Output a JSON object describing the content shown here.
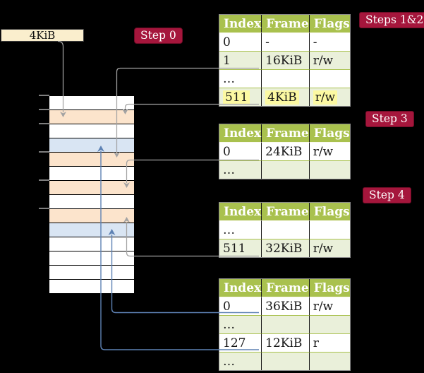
{
  "colors": {
    "background": "#000000",
    "table_header_green": "#a9c14e",
    "table_row_light_green": "#eaf0da",
    "highlight_yellow": "#fcf9a2",
    "memory_frame_peach": "#fce4cc",
    "memory_frame_blue": "#d9e5f3",
    "badge_crimson": "#a5163c",
    "frame_box_cream": "#faeecd",
    "connector_gray": "#a3a3a3",
    "connector_blue": "#5e82b4"
  },
  "frame_box": {
    "label": "4KiB"
  },
  "badges": {
    "step0": "Step 0",
    "steps12": "Steps 1&2",
    "step3": "Step 3",
    "step4": "Step 4"
  },
  "memory": {
    "rows": [
      {
        "color": "white"
      },
      {
        "color": "peach"
      },
      {
        "color": "white"
      },
      {
        "color": "blue"
      },
      {
        "color": "peach"
      },
      {
        "color": "white"
      },
      {
        "color": "peach"
      },
      {
        "color": "white"
      },
      {
        "color": "peach"
      },
      {
        "color": "blue"
      },
      {
        "color": "white"
      },
      {
        "color": "white"
      },
      {
        "color": "white"
      },
      {
        "color": "white"
      }
    ],
    "ticks_at_row_boundaries": [
      0,
      1,
      2,
      4,
      6,
      8
    ]
  },
  "tables": [
    {
      "id": "t1",
      "columns": [
        "Index",
        "Frame",
        "Flags"
      ],
      "rows": [
        {
          "cells": [
            "0",
            "-",
            "-"
          ],
          "shade": "white",
          "highlight": false
        },
        {
          "cells": [
            "1",
            "16KiB",
            "r/w"
          ],
          "shade": "green",
          "highlight": false
        },
        {
          "cells": [
            "…",
            "",
            ""
          ],
          "shade": "white",
          "highlight": false
        },
        {
          "cells": [
            "511",
            "4KiB",
            "r/w"
          ],
          "shade": "green",
          "highlight": true
        }
      ]
    },
    {
      "id": "t2",
      "columns": [
        "Index",
        "Frame",
        "Flags"
      ],
      "rows": [
        {
          "cells": [
            "0",
            "24KiB",
            "r/w"
          ],
          "shade": "white",
          "highlight": false
        },
        {
          "cells": [
            "…",
            "",
            ""
          ],
          "shade": "green",
          "highlight": false
        }
      ]
    },
    {
      "id": "t3",
      "columns": [
        "Index",
        "Frame",
        "Flags"
      ],
      "rows": [
        {
          "cells": [
            "…",
            "",
            ""
          ],
          "shade": "white",
          "highlight": false
        },
        {
          "cells": [
            "511",
            "32KiB",
            "r/w"
          ],
          "shade": "green",
          "highlight": false
        }
      ]
    },
    {
      "id": "t4",
      "columns": [
        "Index",
        "Frame",
        "Flags"
      ],
      "rows": [
        {
          "cells": [
            "0",
            "36KiB",
            "r/w"
          ],
          "shade": "white",
          "highlight": false
        },
        {
          "cells": [
            "…",
            "",
            ""
          ],
          "shade": "green",
          "highlight": false
        },
        {
          "cells": [
            "127",
            "12KiB",
            "r"
          ],
          "shade": "white",
          "highlight": false
        },
        {
          "cells": [
            "…",
            "",
            ""
          ],
          "shade": "green",
          "highlight": false
        }
      ]
    }
  ],
  "connectors": [
    {
      "from": "frame-box-4KiB",
      "to": "memory-frame-4KiB",
      "color": "gray"
    },
    {
      "from": "table1-row-1",
      "to": "memory-frame-16KiB",
      "color": "gray"
    },
    {
      "from": "table1-row-511",
      "to": "memory-frame-4KiB",
      "color": "gray"
    },
    {
      "from": "table2-row-0",
      "to": "memory-frame-24KiB",
      "color": "gray"
    },
    {
      "from": "table3-row-511",
      "to": "memory-frame-32KiB",
      "color": "gray"
    },
    {
      "from": "table4-row-0",
      "to": "memory-frame-36KiB",
      "color": "blue"
    },
    {
      "from": "table4-row-127",
      "to": "memory-frame-12KiB",
      "color": "blue"
    }
  ]
}
